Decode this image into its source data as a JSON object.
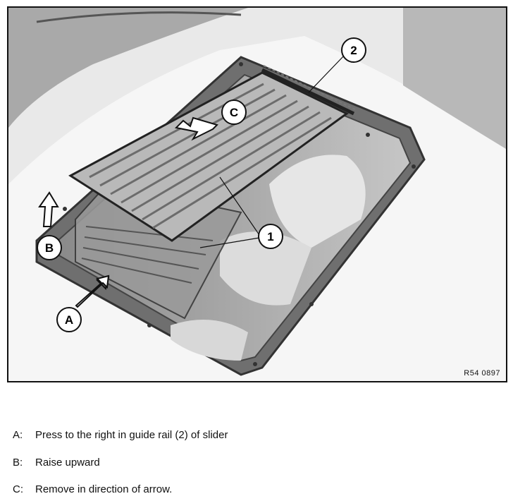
{
  "figure": {
    "ref_code": "R54 0897",
    "callouts": {
      "c1": "1",
      "c2": "2",
      "cA": "A",
      "cB": "B",
      "cC": "C"
    }
  },
  "legend": [
    {
      "key": "A:",
      "text": "Press to the right in guide rail (2) of slider"
    },
    {
      "key": "B:",
      "text": "Raise upward"
    },
    {
      "key": "C:",
      "text": "Remove in direction of arrow."
    }
  ]
}
